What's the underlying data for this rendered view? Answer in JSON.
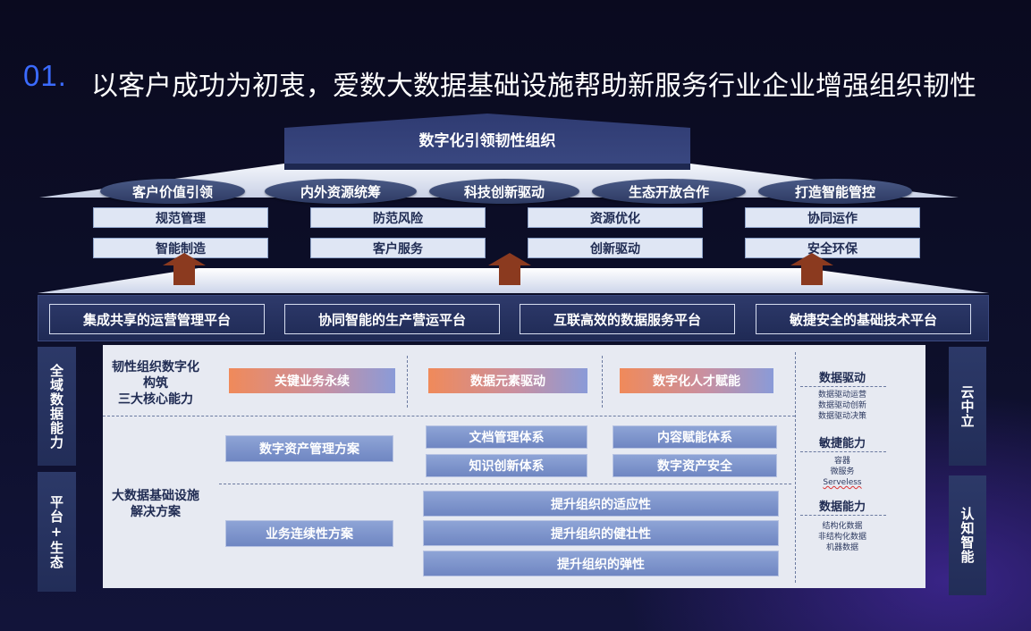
{
  "heading": {
    "number": "01.",
    "title": "以客户成功为初衷，爱数大数据基础设施帮助新服务行业企业增强组织韧性"
  },
  "roof": {
    "title": "数字化引领韧性组织",
    "pills": [
      "客户价值引领",
      "内外资源统筹",
      "科技创新驱动",
      "生态开放合作",
      "打造智能管控"
    ],
    "row1": [
      "规范管理",
      "防范风险",
      "资源优化",
      "协同运作"
    ],
    "row2": [
      "智能制造",
      "客户服务",
      "创新驱动",
      "安全环保"
    ]
  },
  "platforms": [
    "集成共享的运营管理平台",
    "协同智能的生产营运平台",
    "互联高效的数据服务平台",
    "敏捷安全的基础技术平台"
  ],
  "left_side": {
    "top": "全域数据能力",
    "bottom": "平台+生态"
  },
  "right_side": {
    "top": "云中立",
    "bottom": "认知智能"
  },
  "core": {
    "label_lines": [
      "韧性组织数字化",
      "构筑",
      "三大核心能力"
    ],
    "items": [
      "关键业务永续",
      "数据元素驱动",
      "数字化人才赋能"
    ]
  },
  "infra": {
    "label_lines": [
      "大数据基础设施",
      "解决方案"
    ],
    "solution_a": "数字资产管理方案",
    "solution_b": "业务连续性方案",
    "grid": [
      "文档管理体系",
      "内容赋能体系",
      "知识创新体系",
      "数字资产安全"
    ],
    "bars": [
      "提升组织的适应性",
      "提升组织的健壮性",
      "提升组织的弹性"
    ]
  },
  "capabilities": [
    {
      "title": "数据驱动",
      "items": [
        "数据驱动运营",
        "数据驱动创新",
        "数据驱动决策"
      ]
    },
    {
      "title": "敏捷能力",
      "items": [
        "容器",
        "微服务",
        "Serveless"
      ]
    },
    {
      "title": "数据能力",
      "items": [
        "结构化数据",
        "非结构化数据",
        "机器数据"
      ]
    }
  ],
  "colors": {
    "accent_blue": "#3b6bff",
    "orange": "#f08a5a",
    "arrow": "#8b3a1f",
    "panel": "#e7eaf2"
  }
}
